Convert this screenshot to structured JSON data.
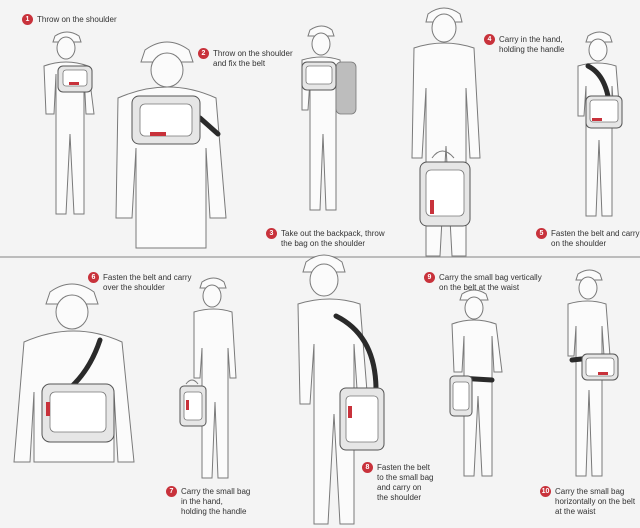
{
  "accent_color": "#c8323b",
  "steps": [
    {
      "number": "1",
      "lines": [
        "Throw on the shoulder"
      ]
    },
    {
      "number": "2",
      "lines": [
        "Throw on the shoulder",
        "and fix the belt"
      ]
    },
    {
      "number": "3",
      "lines": [
        "Take out the backpack, throw",
        "the bag on the shoulder"
      ]
    },
    {
      "number": "4",
      "lines": [
        "Carry in the hand,",
        "holding the handle"
      ]
    },
    {
      "number": "5",
      "lines": [
        "Fasten the belt and carry",
        "on the shoulder"
      ]
    },
    {
      "number": "6",
      "lines": [
        "Fasten the belt and carry",
        "over the shoulder"
      ]
    },
    {
      "number": "7",
      "lines": [
        "Carry the small bag",
        "in the hand,",
        "holding the handle"
      ]
    },
    {
      "number": "8",
      "lines": [
        "Fasten the belt",
        "to the small bag",
        "and carry on",
        "the shoulder"
      ]
    },
    {
      "number": "9",
      "lines": [
        "Carry the small bag vertically",
        "on the belt at the waist"
      ]
    },
    {
      "number": "10",
      "lines": [
        "Carry the small bag",
        "horizontally on the belt",
        "at the waist"
      ]
    }
  ]
}
